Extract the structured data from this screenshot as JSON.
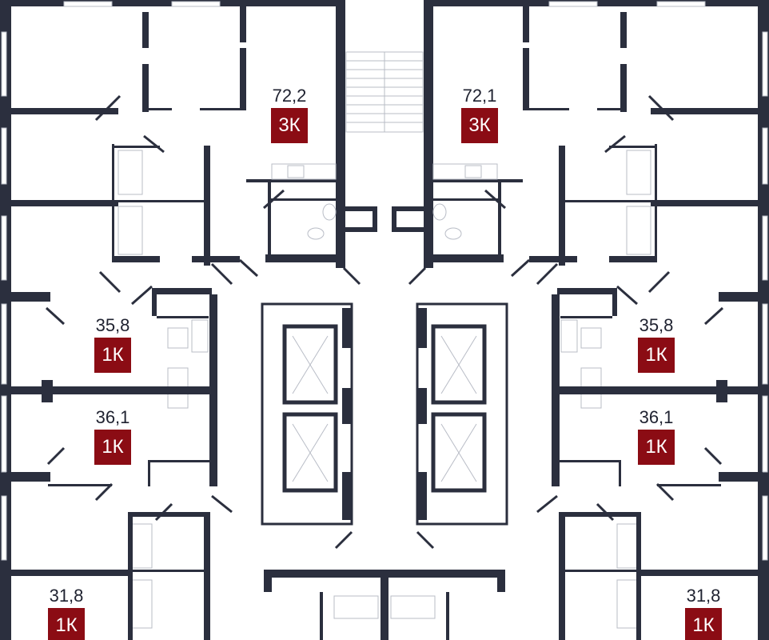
{
  "colors": {
    "wall": "#2b2f3e",
    "badge": "#8b0c14",
    "fixture": "#b8bcc6"
  },
  "apartments": [
    {
      "id": "left-top",
      "area": "72,2",
      "type": "3К"
    },
    {
      "id": "right-top",
      "area": "72,1",
      "type": "3К"
    },
    {
      "id": "left-mid1",
      "area": "35,8",
      "type": "1К"
    },
    {
      "id": "right-mid1",
      "area": "35,8",
      "type": "1К"
    },
    {
      "id": "left-mid2",
      "area": "36,1",
      "type": "1К"
    },
    {
      "id": "right-mid2",
      "area": "36,1",
      "type": "1К"
    },
    {
      "id": "left-bottom",
      "area": "31,8",
      "type": "1К"
    },
    {
      "id": "right-bottom",
      "area": "31,8",
      "type": "1К"
    }
  ]
}
